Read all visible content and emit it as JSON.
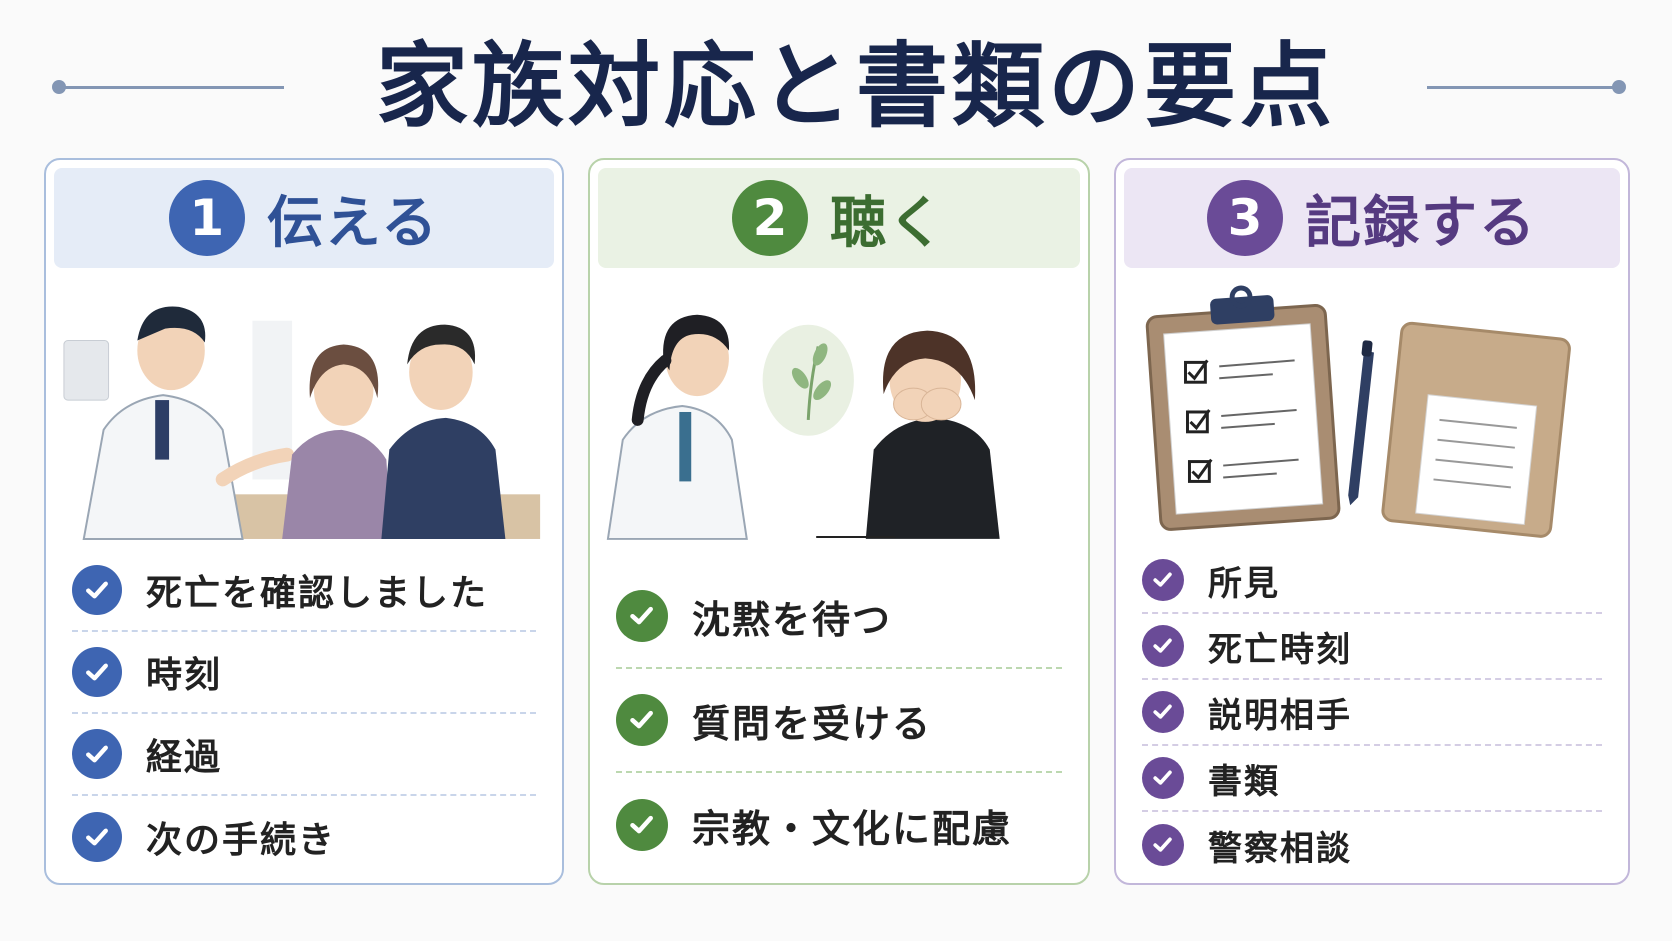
{
  "title": "家族対応と書類の要点",
  "colors": {
    "title": "#18264c",
    "blue": "#3e65b2",
    "green": "#4f8a3f",
    "purple": "#6a4b97"
  },
  "cards": [
    {
      "number": "1",
      "heading": "伝える",
      "illustration": "doctor-talking-to-family",
      "items": [
        "死亡を確認しました",
        "時刻",
        "経過",
        "次の手続き"
      ]
    },
    {
      "number": "2",
      "heading": "聴く",
      "illustration": "doctor-listening-to-grieving-woman",
      "items": [
        "沈黙を待つ",
        "質問を受ける",
        "宗教・文化に配慮"
      ]
    },
    {
      "number": "3",
      "heading": "記録する",
      "illustration": "clipboard-pen-and-notebook",
      "items": [
        "所見",
        "死亡時刻",
        "説明相手",
        "書類",
        "警察相談"
      ]
    }
  ]
}
